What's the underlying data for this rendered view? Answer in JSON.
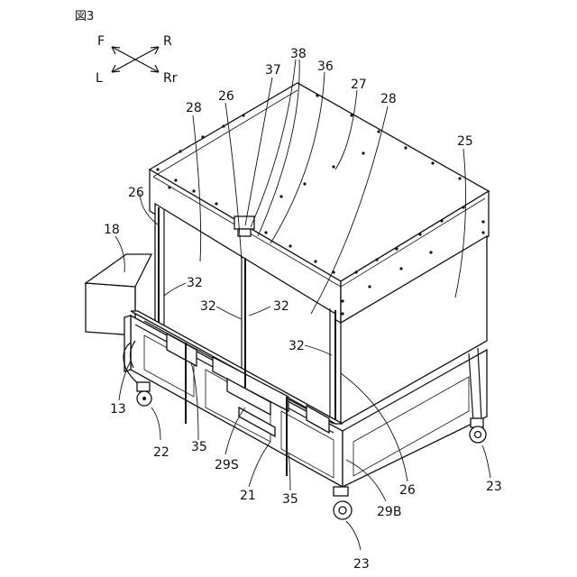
{
  "figure": {
    "title": "図3"
  },
  "orientation": {
    "front": "F",
    "rear_right": "R",
    "left": "L",
    "rear": "Rr"
  },
  "labels": {
    "n37": "37",
    "n38": "38",
    "n36": "36",
    "n27": "27",
    "n26_top": "26",
    "n28_left": "28",
    "n28_right": "28",
    "n25": "25",
    "n26_left": "26",
    "n18": "18",
    "n32_a": "32",
    "n32_b": "32",
    "n32_c": "32",
    "n32_d": "32",
    "n13": "13",
    "n22": "22",
    "n35_a": "35",
    "n29S": "29S",
    "n21": "21",
    "n35_b": "35",
    "n26_bottom": "26",
    "n29B": "29B",
    "n23_right": "23",
    "n23_bottom": "23"
  }
}
